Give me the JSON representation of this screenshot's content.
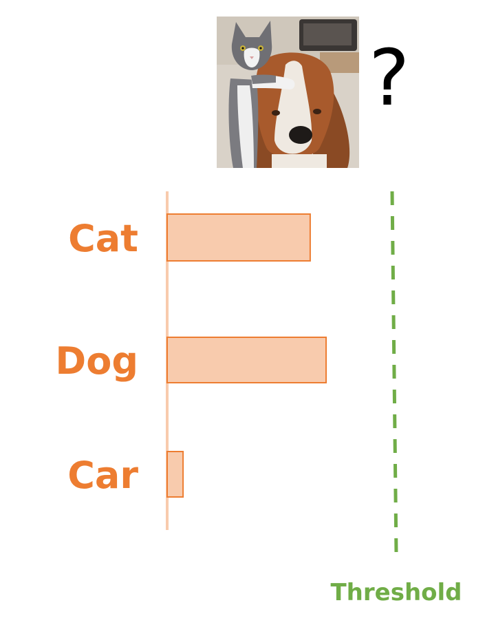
{
  "image": {
    "description_icon": "cat-on-dog-photo-icon",
    "question_mark": "?"
  },
  "colors": {
    "bar_fill": "#f8cbad",
    "bar_stroke": "#ed7d31",
    "label": "#ed7d31",
    "axis": "#f8cbad",
    "threshold": "#70ad47"
  },
  "chart_data": {
    "type": "bar",
    "orientation": "horizontal",
    "categories": [
      "Cat",
      "Dog",
      "Car"
    ],
    "values": [
      0.63,
      0.7,
      0.07
    ],
    "xlim": [
      0,
      1
    ],
    "threshold": {
      "value": 1.0,
      "label": "Threshold",
      "style": "dashed"
    },
    "title": "",
    "xlabel": "",
    "ylabel": "",
    "grid": false,
    "legend": "none"
  }
}
